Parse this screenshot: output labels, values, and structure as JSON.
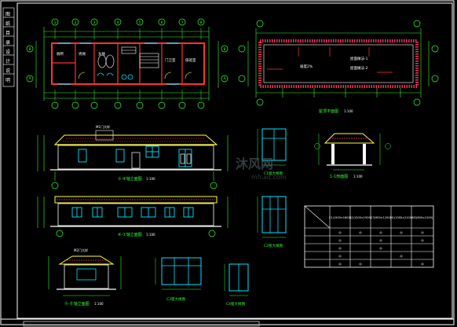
{
  "colors": {
    "background": "#000000",
    "frame": "#ffffff",
    "dim": "#33ff33",
    "wall": "#ff3333",
    "window": "#00e5ff",
    "roof": "#ffff33",
    "roofline": "#ff2d55",
    "text": "#ffffff",
    "watermark": "#5a6a70"
  },
  "plan_left": {
    "room_labels": [
      "厕所",
      "男厕",
      "女厕",
      "门卫室",
      "值班室"
    ],
    "axis_numbers": [
      "1",
      "2",
      "3",
      "4",
      "5",
      "6",
      "7",
      "8"
    ],
    "axis_letters": [
      "A",
      "B"
    ]
  },
  "plan_right": {
    "title": "屋顶平面图",
    "scale": "1:100",
    "notes": [
      "坡度2%",
      "屋面做法-1",
      "屋面做法-2"
    ]
  },
  "front_elevation": {
    "title": "①-⑧轴立面图",
    "scale": "1:100"
  },
  "rear_elevation": {
    "title": "⑧-①轴立面图",
    "scale": "1:100"
  },
  "side_elevation": {
    "title": "Ⓐ-Ⓑ轴立面图",
    "scale": "1:100"
  },
  "section": {
    "title": "1-1剖面图",
    "scale": "1:100"
  },
  "window_details": [
    "C1窗大样图",
    "C2窗大样图",
    "C3窗大样图",
    "C4窗大样图"
  ],
  "door_details": [
    "M1门大样",
    "M2门大样"
  ],
  "door_window_table": {
    "headers": [
      "",
      "C1(1500×1800)",
      "C2(1200×1500)",
      "C3(900×1200)",
      "M1(1000×2100)",
      "M2(800×2100)"
    ],
    "rows": [
      [
        "",
        "◎",
        "◎",
        "◎",
        "◎",
        "◎"
      ],
      [
        "",
        "◎",
        "",
        "◎",
        "",
        "◎"
      ],
      [
        "",
        "◎",
        "",
        "◎",
        "",
        ""
      ],
      [
        "",
        "◎",
        "",
        "",
        "◎",
        ""
      ],
      [
        "",
        "◎",
        "◎",
        "",
        "",
        "◎"
      ]
    ]
  },
  "watermark": {
    "brand": "沐风网",
    "url": "mfcad.com"
  },
  "left_strip_labels": [
    "图",
    "纸",
    "目",
    "录",
    "设",
    "计",
    "说",
    "明"
  ]
}
